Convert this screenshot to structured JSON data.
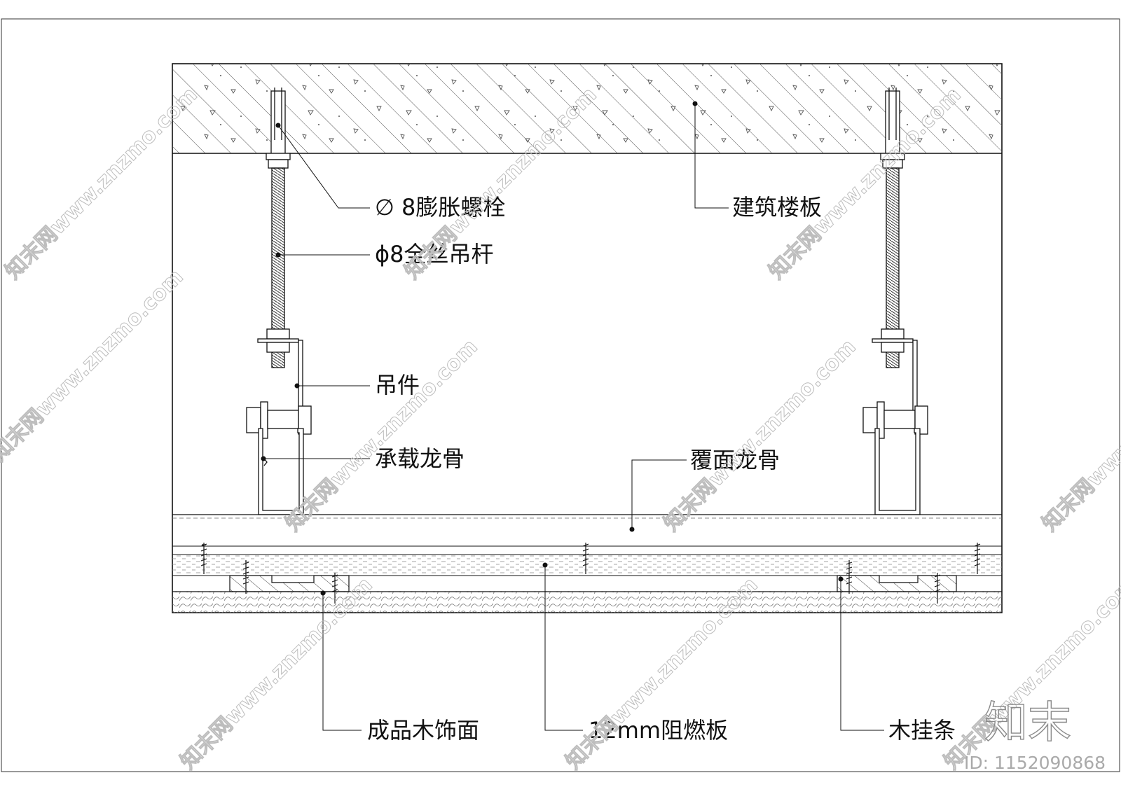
{
  "labels": {
    "expansion_bolt": "∅ 8膨胀螺栓",
    "threaded_rod": "ϕ8全丝吊杆",
    "floor_slab": "建筑楼板",
    "hanger": "吊件",
    "main_keel": "承载龙骨",
    "cover_keel": "覆面龙骨",
    "wood_finish": "成品木饰面",
    "fire_board": "12mm阻燃板",
    "wood_strip": "木挂条"
  },
  "watermark": {
    "text": "知末网www.znzmo.com",
    "logo": "知末",
    "id": "ID: 1152090868"
  },
  "colors": {
    "line": "#111111",
    "hatch": "#555555",
    "watermark": "#bdbdbd"
  }
}
